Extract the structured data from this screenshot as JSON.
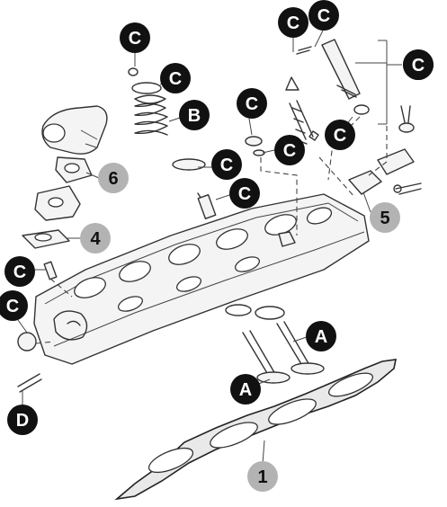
{
  "callouts": [
    {
      "id": "c1",
      "label": "C",
      "style": "black"
    },
    {
      "id": "c2",
      "label": "C",
      "style": "black"
    },
    {
      "id": "c3",
      "label": "C",
      "style": "black"
    },
    {
      "id": "c4",
      "label": "C",
      "style": "black"
    },
    {
      "id": "c5",
      "label": "C",
      "style": "black"
    },
    {
      "id": "c6",
      "label": "B",
      "style": "black"
    },
    {
      "id": "c7",
      "label": "C",
      "style": "black"
    },
    {
      "id": "c8",
      "label": "C",
      "style": "black"
    },
    {
      "id": "c9",
      "label": "C",
      "style": "black"
    },
    {
      "id": "c10",
      "label": "C",
      "style": "black"
    },
    {
      "id": "c11",
      "label": "C",
      "style": "black"
    },
    {
      "id": "c12",
      "label": "C",
      "style": "black"
    },
    {
      "id": "c13",
      "label": "C",
      "style": "black"
    },
    {
      "id": "c14",
      "label": "C",
      "style": "black"
    },
    {
      "id": "c15",
      "label": "A",
      "style": "black"
    },
    {
      "id": "c16",
      "label": "A",
      "style": "black"
    },
    {
      "id": "c17",
      "label": "D",
      "style": "black"
    },
    {
      "id": "c18",
      "label": "6",
      "style": "gray"
    },
    {
      "id": "c19",
      "label": "4",
      "style": "gray"
    },
    {
      "id": "c20",
      "label": "5",
      "style": "gray"
    },
    {
      "id": "c21",
      "label": "1",
      "style": "gray"
    }
  ],
  "colors": {
    "black_badge": "#111111",
    "black_badge_text": "#ffffff",
    "gray_badge": "#b3b3b3",
    "gray_badge_text": "#111111"
  }
}
